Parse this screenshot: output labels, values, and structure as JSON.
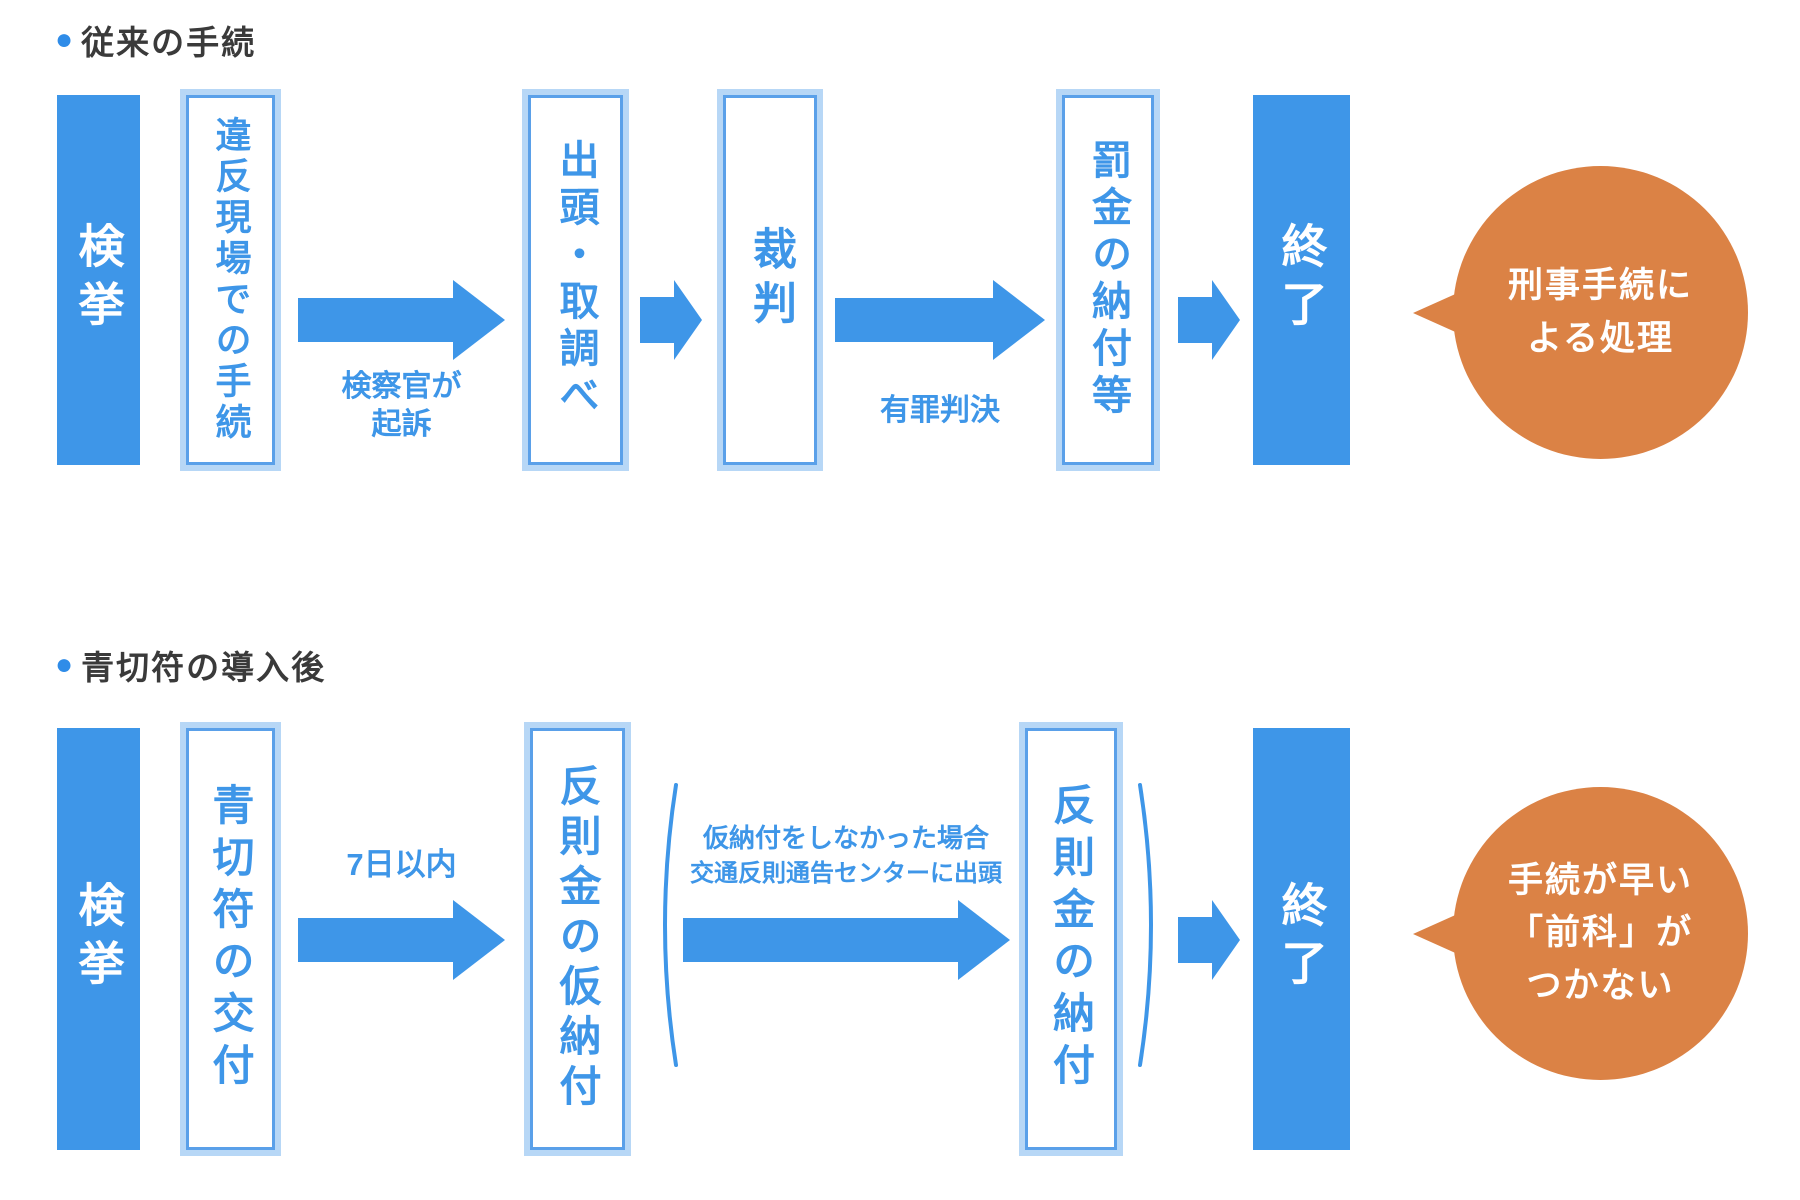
{
  "colors": {
    "blue": "#3e96e8",
    "light_blue_border": "#b7d7f6",
    "orange": "#db8245",
    "title_text": "#3a3a3a"
  },
  "flow1": {
    "bullet": "●",
    "title": "従来の手続",
    "boxes": {
      "kenkyo": "検挙",
      "ihan_genba": "違反現場での手続",
      "shuttou": "出頭・取調べ",
      "saiban": "裁判",
      "bakkin": "罰金の納付等",
      "shuryo": "終了"
    },
    "arrow1_label": [
      "検察官が",
      "起訴"
    ],
    "arrow2_label": "有罪判決",
    "bubble": [
      "刑事手続に",
      "よる処理"
    ]
  },
  "flow2": {
    "bullet": "●",
    "title": "青切符の導入後",
    "boxes": {
      "kenkyo": "検挙",
      "aokippu": "青切符の交付",
      "karinofu": "反則金の仮納付",
      "nofu": "反則金の納付",
      "shuryo": "終了"
    },
    "arrow1_label": "7日以内",
    "arrow2_label": [
      "仮納付をしなかった場合",
      "交通反則通告センターに出頭"
    ],
    "bubble": [
      "手続が早い",
      "「前科」が",
      "つかない"
    ]
  }
}
